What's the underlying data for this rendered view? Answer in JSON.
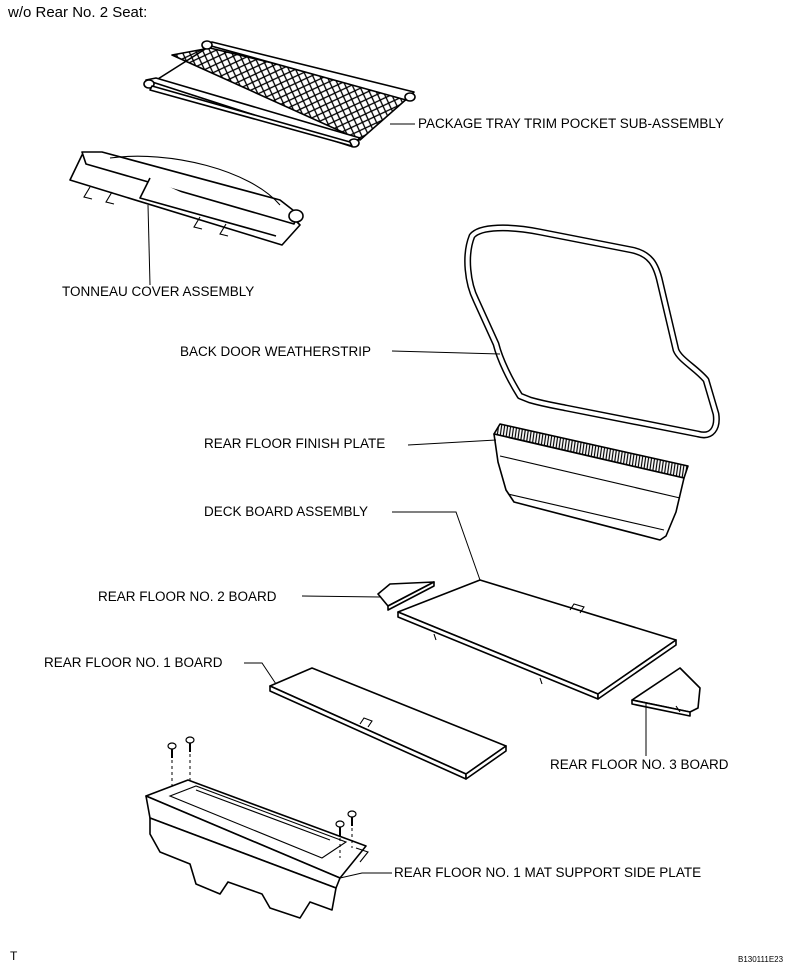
{
  "diagram": {
    "title": "w/o Rear No. 2 Seat:",
    "corner_mark": "T",
    "figure_id": "B130111E23",
    "parts": [
      {
        "id": "package-tray",
        "label": "PACKAGE TRAY TRIM POCKET SUB-ASSEMBLY"
      },
      {
        "id": "tonneau-cover",
        "label": "TONNEAU COVER ASSEMBLY"
      },
      {
        "id": "back-door-weatherstrip",
        "label": "BACK DOOR WEATHERSTRIP"
      },
      {
        "id": "rear-floor-finish-plate",
        "label": "REAR FLOOR FINISH PLATE"
      },
      {
        "id": "deck-board",
        "label": "DECK BOARD ASSEMBLY"
      },
      {
        "id": "rear-floor-no2-board",
        "label": "REAR FLOOR NO. 2 BOARD"
      },
      {
        "id": "rear-floor-no1-board",
        "label": "REAR FLOOR NO. 1 BOARD"
      },
      {
        "id": "rear-floor-no3-board",
        "label": "REAR FLOOR NO. 3 BOARD"
      },
      {
        "id": "mat-support-side-plate",
        "label": "REAR FLOOR NO. 1 MAT SUPPORT SIDE PLATE"
      }
    ]
  }
}
